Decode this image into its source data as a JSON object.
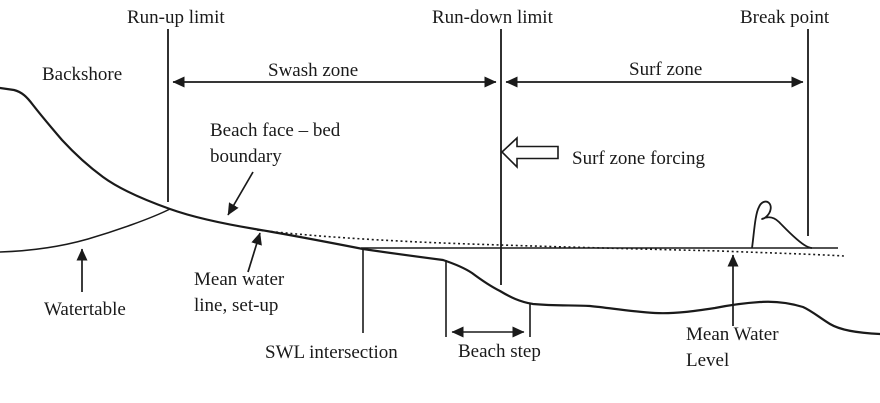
{
  "diagram": {
    "description": "Cross-section sketch of beach nearshore zones",
    "colors": {
      "ink": "#1a1a1a",
      "background": "#ffffff"
    },
    "labels": {
      "run_up_limit": "Run-up limit",
      "run_down_limit": "Run-down limit",
      "break_point": "Break point",
      "backshore": "Backshore",
      "swash_zone": "Swash zone",
      "surf_zone": "Surf zone",
      "beach_face_bed_line1": "Beach face – bed",
      "beach_face_bed_line2": "boundary",
      "surf_zone_forcing": "Surf zone forcing",
      "watertable": "Watertable",
      "mean_water_line_line1": "Mean water",
      "mean_water_line_line2": "line, set-up",
      "swl_intersection": "SWL intersection",
      "beach_step": "Beach step",
      "mean_water_level_line1": "Mean Water",
      "mean_water_level_line2": "Level"
    }
  }
}
